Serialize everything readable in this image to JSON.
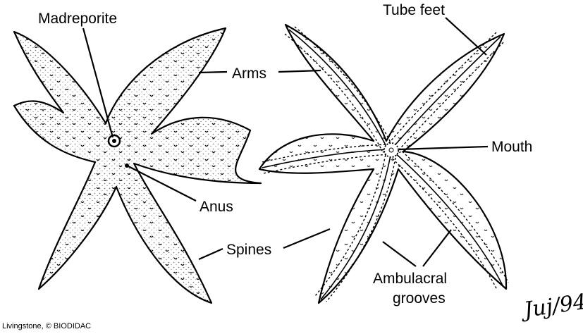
{
  "labels": {
    "madreporite": "Madreporite",
    "tube_feet": "Tube feet",
    "arms": "Arms",
    "mouth": "Mouth",
    "anus": "Anus",
    "spines": "Spines",
    "ambulacral_line1": "Ambulacral",
    "ambulacral_line2": "grooves"
  },
  "credit": "Livingstone, © BIODIDAC",
  "signature": "Juj/94"
}
